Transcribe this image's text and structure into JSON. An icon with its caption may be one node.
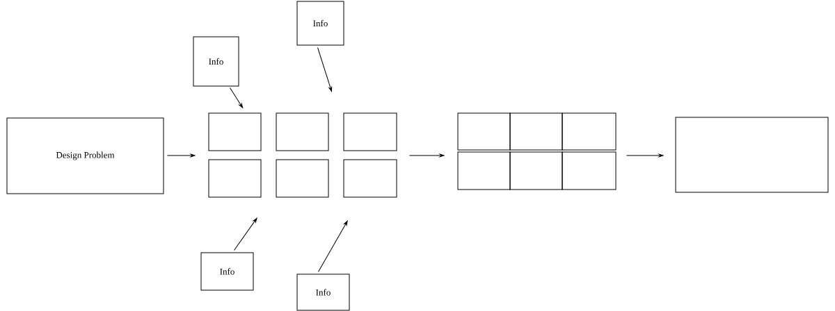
{
  "diagram": {
    "nodes": [
      {
        "text": [
          "Design Problem"
        ]
      },
      {
        "text": [],
        "shape": "box"
      },
      {
        "text": [],
        "shape": "box"
      },
      {
        "text": [],
        "shape": "box"
      },
      {
        "text": [],
        "shape": "box"
      },
      {
        "text": [],
        "shape": "box"
      },
      {
        "text": [],
        "shape": "box"
      },
      {
        "text": [],
        "shape": "box"
      },
      {
        "text": [],
        "shape": "box"
      },
      {
        "text": [],
        "shape": "box"
      },
      {
        "text": [],
        "shape": "box"
      },
      {
        "text": [],
        "shape": "box"
      },
      {
        "text": [],
        "shape": "box"
      },
      {
        "text": [],
        "shape": "box"
      },
      {
        "text": [
          "Info"
        ]
      },
      {
        "text": [
          "Info"
        ]
      },
      {
        "text": [
          "Info"
        ]
      },
      {
        "text": [
          "Info"
        ]
      }
    ],
    "edges": [
      {
        "from": 0,
        "to": 1,
        "arrow": "to"
      },
      {
        "from": 3,
        "to": 7,
        "arrow": "to"
      },
      {
        "from": 12,
        "to": 13,
        "arrow": "to"
      },
      {
        "from": 15,
        "to": 1,
        "arrow": "to"
      },
      {
        "from": 14,
        "to": null,
        "arrow": "to"
      },
      {
        "from": 16,
        "to": null,
        "arrow": "to"
      },
      {
        "from": 17,
        "to": null,
        "arrow": "to"
      }
    ]
  }
}
